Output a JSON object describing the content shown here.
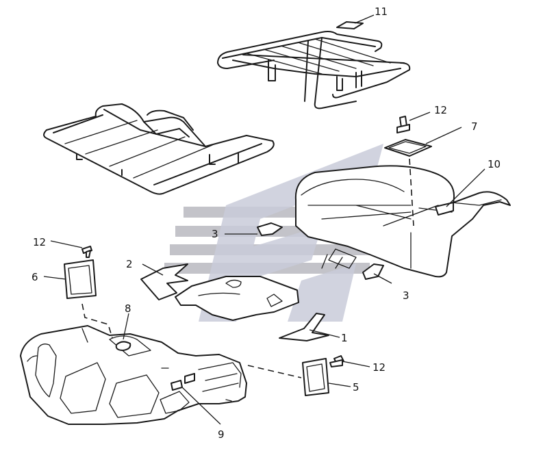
{
  "callouts": [
    {
      "id": "c1",
      "label": "1"
    },
    {
      "id": "c2",
      "label": "2"
    },
    {
      "id": "c3a",
      "label": "3"
    },
    {
      "id": "c3b",
      "label": "3"
    },
    {
      "id": "c5",
      "label": "5"
    },
    {
      "id": "c6",
      "label": "6"
    },
    {
      "id": "c7",
      "label": "7"
    },
    {
      "id": "c8",
      "label": "8"
    },
    {
      "id": "c9",
      "label": "9"
    },
    {
      "id": "c10",
      "label": "10"
    },
    {
      "id": "c11",
      "label": "11"
    },
    {
      "id": "c12a",
      "label": "12"
    },
    {
      "id": "c12b",
      "label": "12"
    },
    {
      "id": "c12c",
      "label": "12"
    }
  ],
  "colors": {
    "line": "#1a1a1a",
    "background": "#ffffff",
    "watermark_band": "#b9b9bf",
    "watermark_shape": "#c9cbd9"
  }
}
